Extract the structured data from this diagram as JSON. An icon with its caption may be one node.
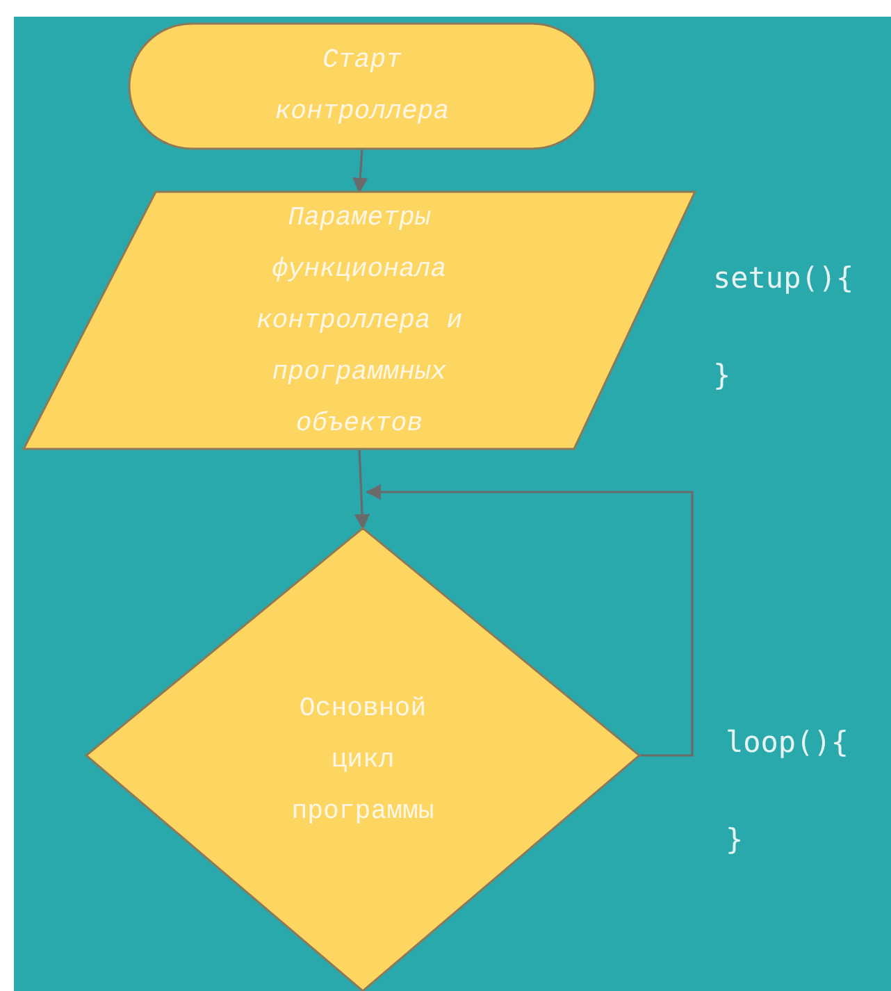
{
  "diagram": {
    "nodes": [
      {
        "text": [
          "Старт контроллера"
        ]
      },
      {
        "text": [
          "Параметры функционала контроллера и программных объектов"
        ]
      },
      {
        "text": [
          "Основной цикл программы"
        ]
      }
    ],
    "edges": [
      {
        "from": 0,
        "to": 1,
        "arrow": "to"
      },
      {
        "from": 1,
        "to": 2,
        "arrow": "to"
      },
      {
        "from": 2,
        "to": 2,
        "arrow": "to"
      }
    ],
    "labels": [
      "setup(){",
      "}",
      "loop(){",
      "}"
    ]
  }
}
